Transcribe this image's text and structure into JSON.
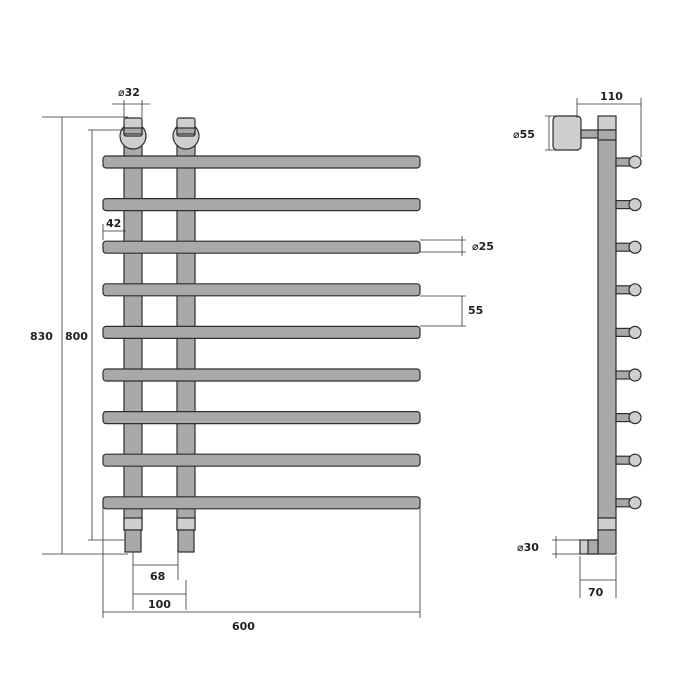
{
  "dimensions": {
    "pipe_diameter": "32",
    "pipe_diameter_prefix": "⌀",
    "bar_spacing": "42",
    "bar_diameter": "25",
    "bar_diameter_prefix": "⌀",
    "bar_pitch": "55",
    "total_height": "830",
    "pipe_height": "800",
    "connection_inner": "68",
    "connection_axis": "100",
    "total_width": "600",
    "side_depth": "110",
    "flange_diameter": "55",
    "flange_diameter_prefix": "⌀",
    "bottom_connector_diameter": "30",
    "bottom_connector_prefix": "⌀",
    "bottom_depth": "70"
  },
  "front_view": {
    "bar_count": 9
  },
  "colors": {
    "tube_fill": "#a9a9a9",
    "fitting_fill": "#cfcfcf",
    "line": "#2e2e2e"
  }
}
